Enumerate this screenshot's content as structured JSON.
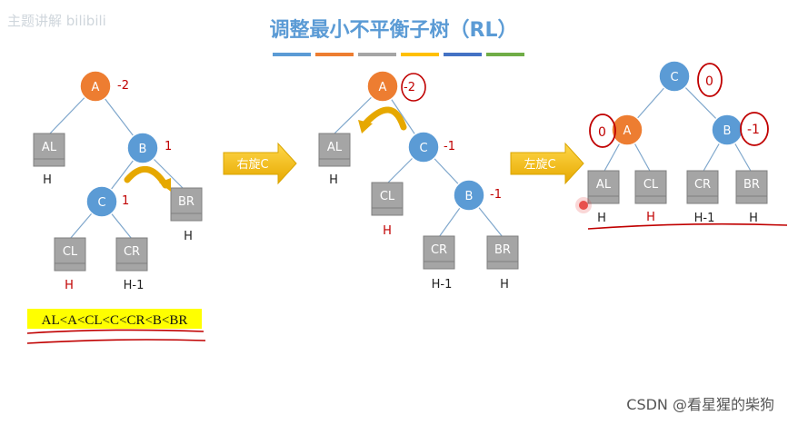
{
  "watermark_tl": "主题讲解 bilibili",
  "title": "调整最小不平衡子树（RL）",
  "title_bar_colors": [
    "#5b9bd5",
    "#ed7d31",
    "#a5a5a5",
    "#ffc000",
    "#4472c4",
    "#70ad47"
  ],
  "colors": {
    "node_blue": "#5b9bd5",
    "node_orange": "#ed7d31",
    "box_gray": "#a5a5a5",
    "arrow_yellow": "#f5c400",
    "red": "#c00000",
    "title_blue": "#5b9bd5"
  },
  "tree1": {
    "nodes": {
      "A": "A",
      "B": "B",
      "C": "C"
    },
    "balance": {
      "A": "-2",
      "B": "1",
      "C": "1"
    },
    "subtrees": {
      "AL": "AL",
      "CL": "CL",
      "CR": "CR",
      "BR": "BR"
    },
    "heights": {
      "AL": "H",
      "CL": "H",
      "CR": "H-1",
      "BR": "H"
    }
  },
  "arrow1_label": "右旋C",
  "tree2": {
    "nodes": {
      "A": "A",
      "C": "C",
      "B": "B"
    },
    "balance": {
      "A": "-2",
      "C": "-1",
      "B": "-1"
    },
    "subtrees": {
      "AL": "AL",
      "CL": "CL",
      "CR": "CR",
      "BR": "BR"
    },
    "heights": {
      "AL": "H",
      "CL": "H",
      "CR": "H-1",
      "BR": "H"
    }
  },
  "arrow2_label": "左旋C",
  "tree3": {
    "nodes": {
      "C": "C",
      "A": "A",
      "B": "B"
    },
    "balance": {
      "C": "0",
      "A": "0",
      "B": "-1"
    },
    "subtrees": {
      "AL": "AL",
      "CL": "CL",
      "CR": "CR",
      "BR": "BR"
    },
    "heights": {
      "AL": "H",
      "CL": "H",
      "CR": "H-1",
      "BR": "H"
    }
  },
  "order_text": "AL<A<CL<C<CR<B<BR",
  "footer": "CSDN @看星猩的柴狗"
}
